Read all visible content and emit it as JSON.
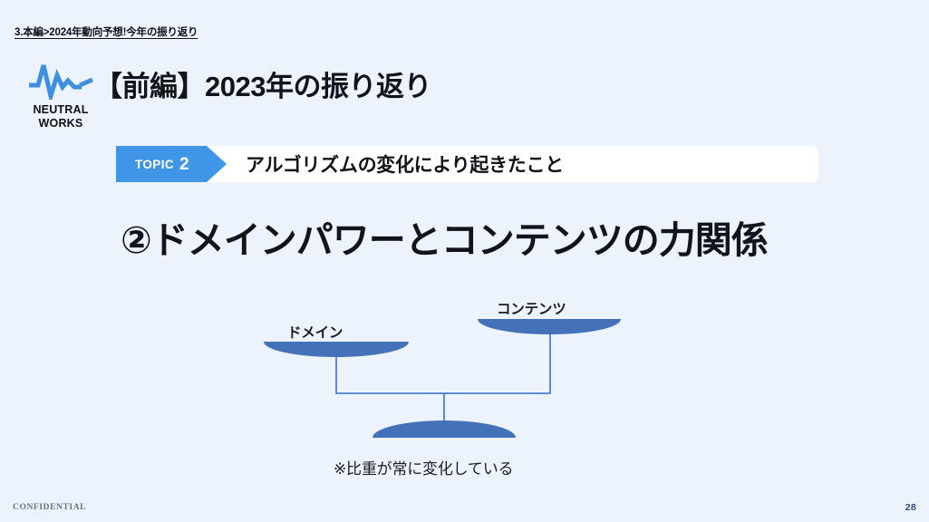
{
  "theme": {
    "background": "#ecf3fc",
    "accent_blue": "#3f95e6",
    "pan_blue": "#4472b8",
    "beam_blue": "#4f7fd0",
    "text_dark": "#111418",
    "footer_gray": "#6d7280",
    "page_number_color": "#2e4a77"
  },
  "breadcrumb": {
    "text": "3.本編>2024年動向予想!今年の振り返り"
  },
  "logo": {
    "icon": "pulse-waveform-icon",
    "line1": "NEUTRAL",
    "line2": "WORKS"
  },
  "header": {
    "title": "【前編】2023年の振り返り"
  },
  "topic": {
    "label": "TOPIC",
    "number": "2",
    "heading": "アルゴリズムの変化により起きたこと"
  },
  "main": {
    "heading": "②ドメインパワーとコンテンツの力関係"
  },
  "diagram": {
    "type": "balance-scale",
    "left_pan_label": "ドメイン",
    "right_pan_label": "コンテンツ",
    "caption": "※比重が常に変化している"
  },
  "footer": {
    "confidential": "CONFIDENTIAL",
    "page_number": "28"
  }
}
